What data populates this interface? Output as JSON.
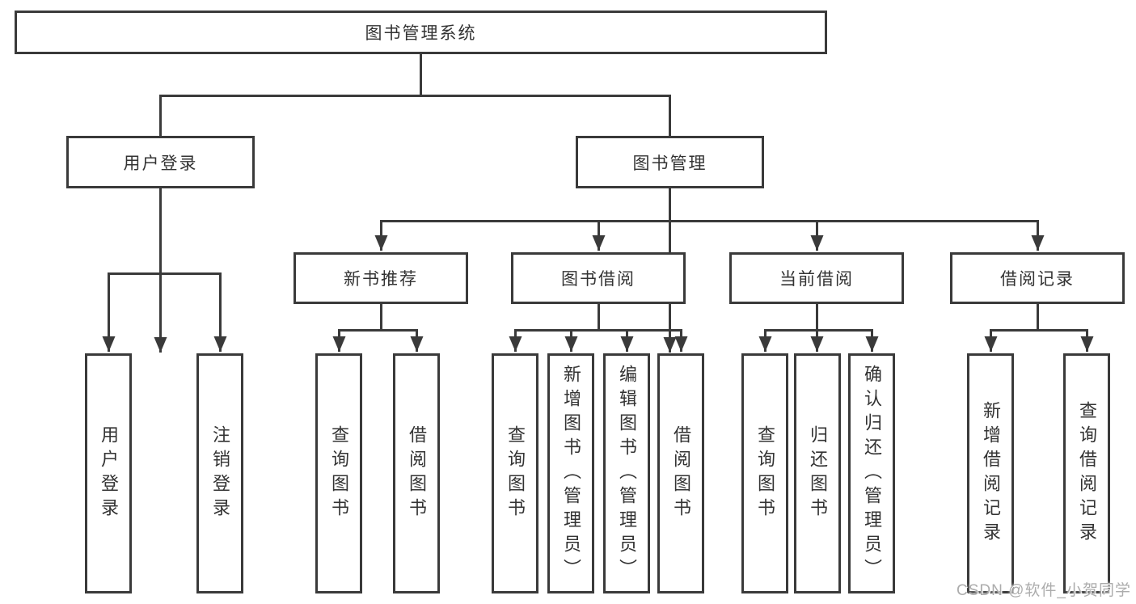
{
  "diagram": {
    "root": "图书管理系统",
    "level2": [
      "用户登录",
      "图书管理"
    ],
    "level3": [
      "新书推荐",
      "图书借阅",
      "当前借阅",
      "借阅记录"
    ],
    "leaves": [
      "用户登录",
      "注销登录",
      "查询图书",
      "借阅图书",
      "查询图书",
      "新增图书（管理员）",
      "编辑图书（管理员）",
      "借阅图书",
      "查询图书",
      "归还图书",
      "确认归还（管理员）",
      "新增借阅记录",
      "查询借阅记录"
    ]
  },
  "watermark": "CSDN @软件_小贺同学",
  "colors": {
    "line": "#3a3a3a",
    "text": "#333333",
    "watermark": "#acacac",
    "background": "#ffffff"
  }
}
